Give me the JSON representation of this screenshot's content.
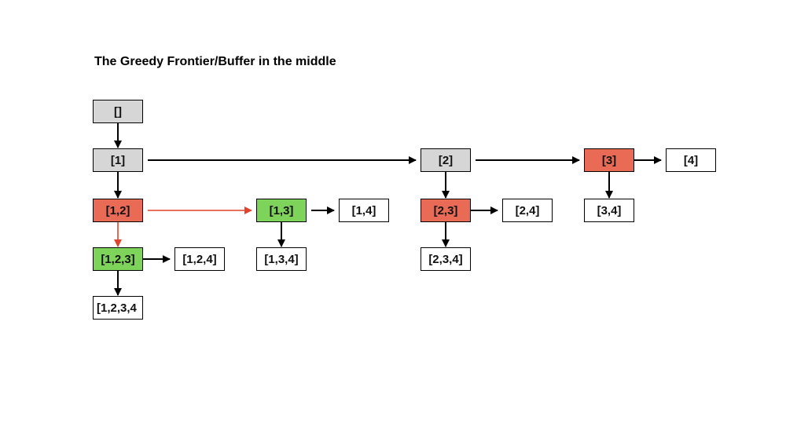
{
  "title": "The Greedy Frontier/Buffer in the middle",
  "colors": {
    "visited": "#d6d6d6",
    "selected": "#e96b56",
    "candidate": "#7ed35a",
    "unvisited": "#ffffff",
    "edge": "#000000",
    "highlight_edge": "#e0442a"
  },
  "nodes": [
    {
      "id": "n-empty",
      "label": "[]",
      "state": "visited"
    },
    {
      "id": "n-1",
      "label": "[1]",
      "state": "visited"
    },
    {
      "id": "n-2",
      "label": "[2]",
      "state": "visited"
    },
    {
      "id": "n-3",
      "label": "[3]",
      "state": "selected"
    },
    {
      "id": "n-4",
      "label": "[4]",
      "state": "unvisited"
    },
    {
      "id": "n-12",
      "label": "[1,2]",
      "state": "selected"
    },
    {
      "id": "n-13",
      "label": "[1,3]",
      "state": "candidate"
    },
    {
      "id": "n-14",
      "label": "[1,4]",
      "state": "unvisited"
    },
    {
      "id": "n-23",
      "label": "[2,3]",
      "state": "selected"
    },
    {
      "id": "n-24",
      "label": "[2,4]",
      "state": "unvisited"
    },
    {
      "id": "n-34",
      "label": "[3,4]",
      "state": "unvisited"
    },
    {
      "id": "n-123",
      "label": "[1,2,3]",
      "state": "candidate"
    },
    {
      "id": "n-124",
      "label": "[1,2,4]",
      "state": "unvisited"
    },
    {
      "id": "n-134",
      "label": "[1,3,4]",
      "state": "unvisited"
    },
    {
      "id": "n-234",
      "label": "[2,3,4]",
      "state": "unvisited"
    },
    {
      "id": "n-1234",
      "label": "[1,2,3,4",
      "state": "unvisited"
    }
  ],
  "edges": [
    {
      "from": "n-empty",
      "to": "n-1",
      "highlight": false
    },
    {
      "from": "n-1",
      "to": "n-2",
      "highlight": false
    },
    {
      "from": "n-2",
      "to": "n-3",
      "highlight": false
    },
    {
      "from": "n-3",
      "to": "n-4",
      "highlight": false
    },
    {
      "from": "n-1",
      "to": "n-12",
      "highlight": false
    },
    {
      "from": "n-2",
      "to": "n-23",
      "highlight": false
    },
    {
      "from": "n-3",
      "to": "n-34",
      "highlight": false
    },
    {
      "from": "n-12",
      "to": "n-13",
      "highlight": true
    },
    {
      "from": "n-12",
      "to": "n-123",
      "highlight": true
    },
    {
      "from": "n-13",
      "to": "n-14",
      "highlight": false
    },
    {
      "from": "n-13",
      "to": "n-134",
      "highlight": false
    },
    {
      "from": "n-23",
      "to": "n-24",
      "highlight": false
    },
    {
      "from": "n-23",
      "to": "n-234",
      "highlight": false
    },
    {
      "from": "n-123",
      "to": "n-124",
      "highlight": false
    },
    {
      "from": "n-123",
      "to": "n-1234",
      "highlight": false
    }
  ]
}
